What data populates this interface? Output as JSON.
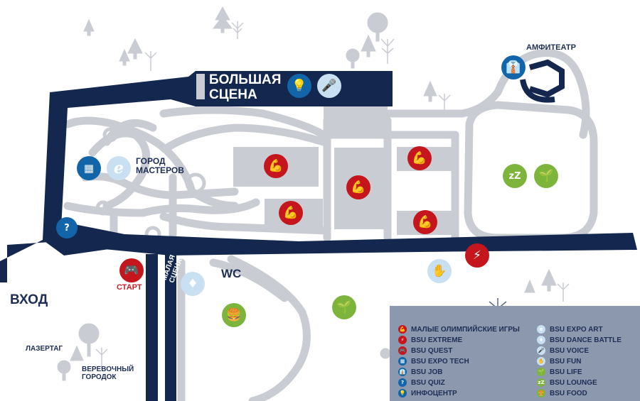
{
  "labels": {
    "big_stage": "БОЛЬШАЯ СЦЕНА",
    "big_stage_line1": "БОЛЬШАЯ",
    "big_stage_line2": "СЦЕНА",
    "gorod_line1": "ГОРОД",
    "gorod_line2": "МАСТЕРОВ",
    "amphitheatre": "АМФИТЕАТР",
    "entrance": "ВХОД",
    "start": "СТАРТ",
    "wc": "WC",
    "small_stage_line1": "МАЛАЯ",
    "small_stage_line2": "СЦЕНА",
    "lasertag": "ЛАЗЕРТАГ",
    "rope_line1": "ВЕРЕВОЧНЫЙ",
    "rope_line2": "ГОРОДОК"
  },
  "colors": {
    "road": "#14284f",
    "path": "#c9ccd3",
    "block": "#c9ccd3",
    "red": "#c5161d",
    "blue": "#1265a8",
    "light_blue": "#c9e0f2",
    "green": "#7db43c",
    "legend_bg": "#8c98ad",
    "tree": "#c9ccd3"
  },
  "icons": {
    "olympic": "muscle-icon",
    "extreme": "lightning-icon",
    "quest": "gamepad-icon",
    "expo_tech": "keypad-icon",
    "job": "tie-icon",
    "quiz": "question-bubble-icon",
    "infocenter": "bulb-icon",
    "expo_art": "e-letter-icon",
    "dance": "dancer-icon",
    "voice": "microphone-icon",
    "fun": "hands-icon",
    "life": "sprout-icon",
    "lounge": "zzz-icon",
    "food": "food-icon"
  },
  "legend": {
    "left": [
      {
        "label": "МАЛЫЕ ОЛИМПИЙСКИЕ ИГРЫ",
        "color": "#c5161d",
        "glyph": "💪"
      },
      {
        "label": "BSU EXTREME",
        "color": "#c5161d",
        "glyph": "⚡"
      },
      {
        "label": "BSU QUEST",
        "color": "#c5161d",
        "glyph": "🎮"
      },
      {
        "label": "BSU EXPO TECH",
        "color": "#1265a8",
        "glyph": "▦"
      },
      {
        "label": "BSU JOB",
        "color": "#1265a8",
        "glyph": "👔"
      },
      {
        "label": "BSU QUIZ",
        "color": "#1265a8",
        "glyph": "?"
      },
      {
        "label": "ИНФОЦЕНТР",
        "color": "#1265a8",
        "glyph": "💡"
      }
    ],
    "right": [
      {
        "label": "BSU EXPO ART",
        "color": "#c9e0f2",
        "glyph": "e"
      },
      {
        "label": "BSU DANCE BATTLE",
        "color": "#c9e0f2",
        "glyph": "♦"
      },
      {
        "label": "BSU VOICE",
        "color": "#c9e0f2",
        "glyph": "🎤"
      },
      {
        "label": "BSU FUN",
        "color": "#c9e0f2",
        "glyph": "✋"
      },
      {
        "label": "BSU LIFE",
        "color": "#7db43c",
        "glyph": "🌱"
      },
      {
        "label": "BSU LOUNGE",
        "color": "#7db43c",
        "glyph": "zZ"
      },
      {
        "label": "BSU FOOD",
        "color": "#7db43c",
        "glyph": "🍔"
      }
    ]
  }
}
